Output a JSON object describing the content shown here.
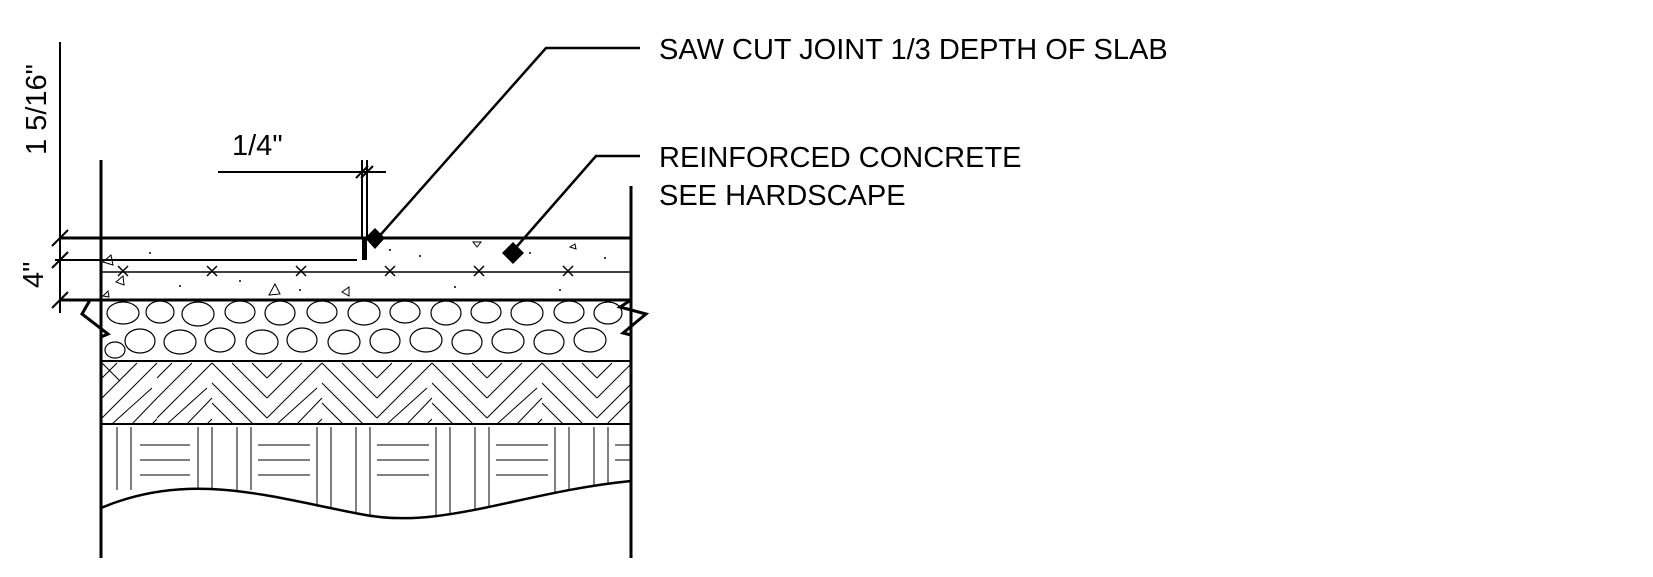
{
  "callouts": {
    "saw_cut": "SAW CUT JOINT 1/3 DEPTH OF SLAB",
    "concrete_line1": "REINFORCED CONCRETE",
    "concrete_line2": "SEE HARDSCAPE"
  },
  "dimensions": {
    "joint_width": "1/4\"",
    "joint_depth": "1 5/16\"",
    "slab_thickness": "4\""
  }
}
